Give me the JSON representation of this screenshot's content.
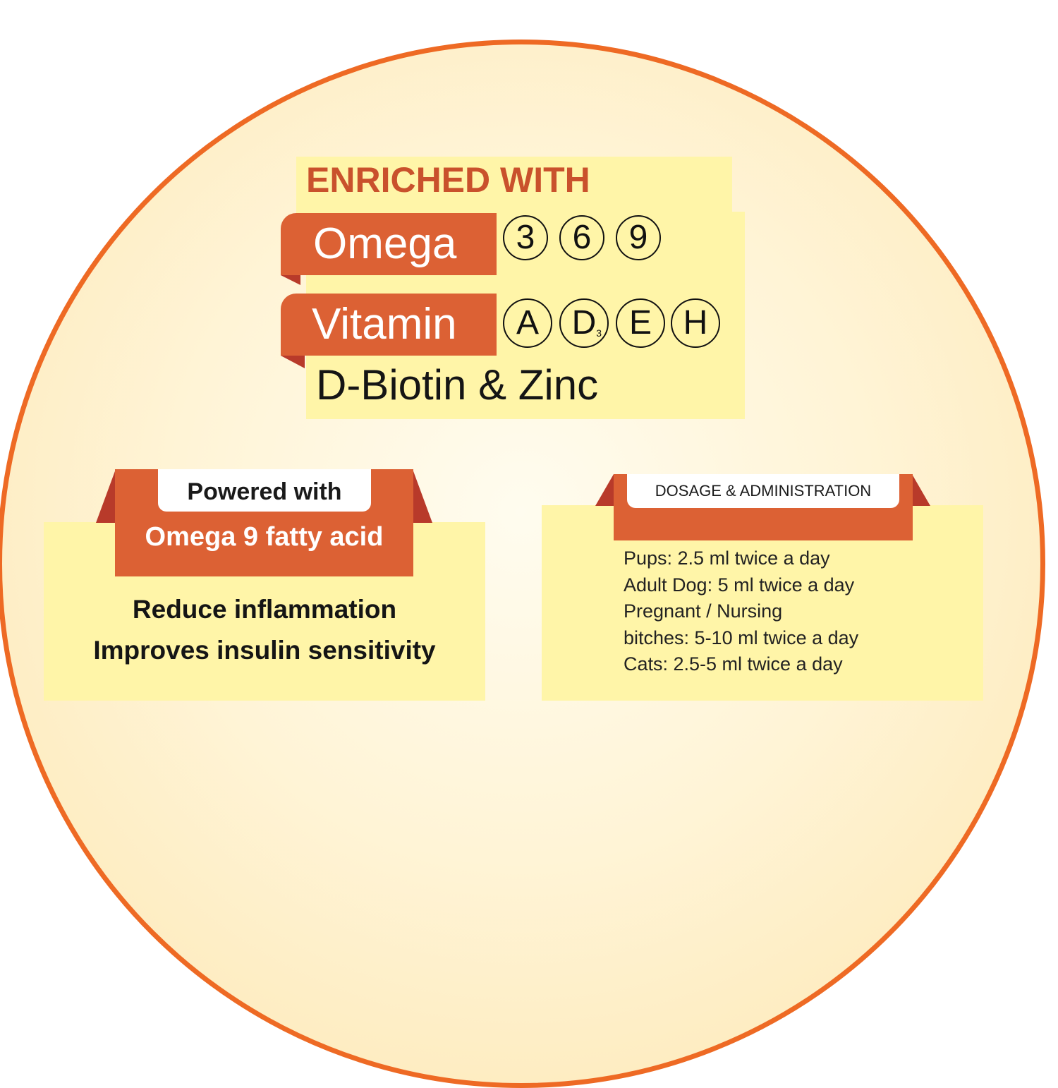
{
  "enriched": {
    "heading": "ENRICHED WITH",
    "omega_label": "Omega",
    "omega_numbers": [
      "3",
      "6",
      "9"
    ],
    "vitamin_label": "Vitamin",
    "vitamins": [
      {
        "letter": "A",
        "sub": ""
      },
      {
        "letter": "D",
        "sub": "3"
      },
      {
        "letter": "E",
        "sub": ""
      },
      {
        "letter": "H",
        "sub": ""
      }
    ],
    "extra": "D-Biotin & Zinc"
  },
  "powered": {
    "tab_label": "Powered with",
    "highlight": "Omega 9 fatty acid",
    "benefits": [
      "Reduce inflammation",
      "Improves insulin sensitivity"
    ]
  },
  "dosage": {
    "title": "DOSAGE & ADMINISTRATION",
    "lines": [
      "Pups: 2.5 ml twice a day",
      "Adult Dog: 5 ml twice a day",
      "Pregnant / Nursing",
      "bitches: 5-10 ml twice a day",
      "Cats: 2.5-5 ml twice a day"
    ]
  },
  "colors": {
    "accent": "#dc6134",
    "outline": "#ee6a24",
    "paper": "#fff5a8",
    "heading": "#c9512c"
  }
}
